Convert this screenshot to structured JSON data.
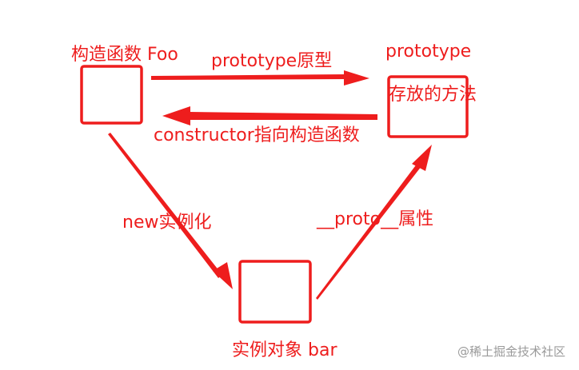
{
  "colors": {
    "accent": "#ee1d1d",
    "watermark": "#9a9a9a",
    "background": "#ffffff"
  },
  "nodes": {
    "constructor_label": "构造函数 Foo",
    "prototype_label": "prototype",
    "prototype_desc": "存放的方法",
    "instance_label": "实例对象 bar"
  },
  "edges": {
    "prototype_link": "prototype原型",
    "constructor_link": "constructor指向构造函数",
    "new_link": "new实例化",
    "proto_link": "__proto__属性"
  },
  "watermark": "@稀土掘金技术社区"
}
